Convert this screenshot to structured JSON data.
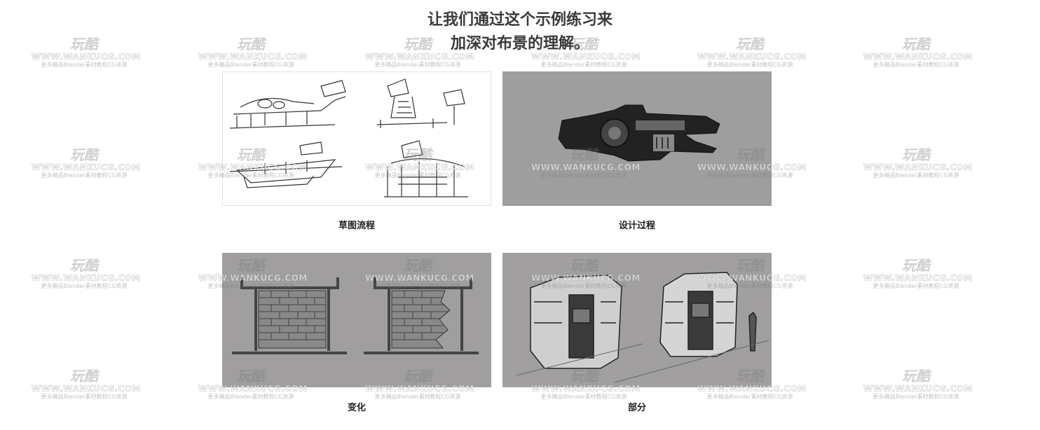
{
  "heading": {
    "line1": "让我们通过这个示例练习来",
    "line2": "加深对布景的理解。"
  },
  "tiles": [
    {
      "caption": "草图流程",
      "image": "diner-building-sketches"
    },
    {
      "caption": "设计过程",
      "image": "sci-fi-gun-silhouette"
    },
    {
      "caption": "变化",
      "image": "brick-wall-frames"
    },
    {
      "caption": "部分",
      "image": "sci-fi-door-structures"
    }
  ],
  "watermark": {
    "logo": "玩酷",
    "site": "WWW.WANKUCG.COM",
    "sub": "更多精品Blender素材教程CG资源"
  },
  "colors": {
    "background": "#ffffff",
    "tile_gray": "#9e9e9e",
    "heading": "#3a3a3a"
  }
}
